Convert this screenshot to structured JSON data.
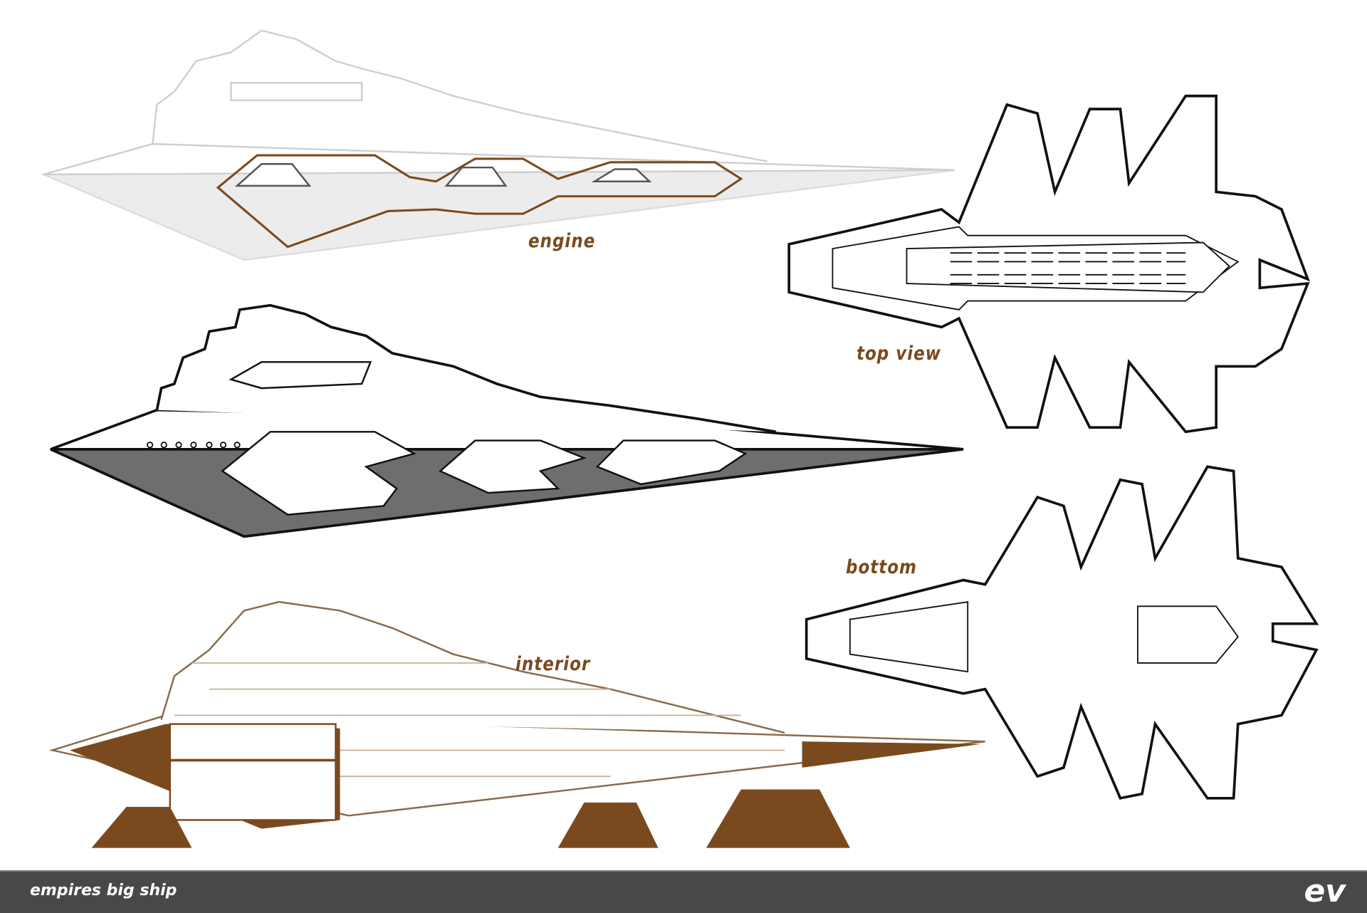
{
  "labels": {
    "engine": "engine",
    "top_view": "top view",
    "bottom": "bottom",
    "interior": "interior"
  },
  "footer": {
    "title": "empires big ship",
    "logo": "ev"
  },
  "colors": {
    "accent_brown": "#7a4a1e",
    "footer_bg": "#484848",
    "hull_shadow": "#6e6e6e",
    "faded_gray": "#e6e6e6"
  }
}
